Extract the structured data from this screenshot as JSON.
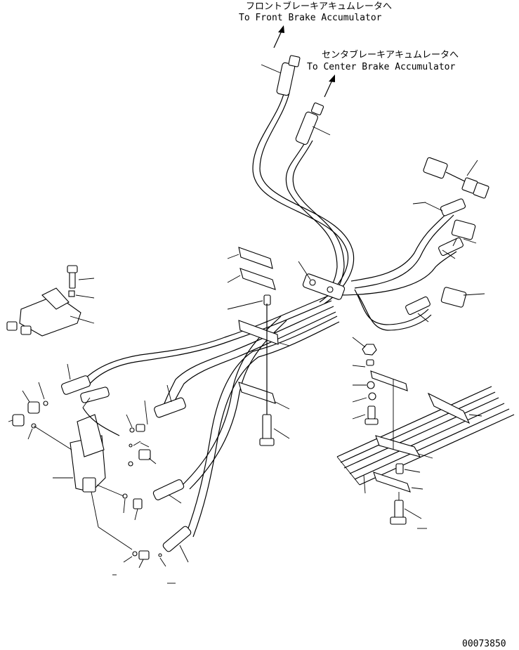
{
  "callouts": [
    {
      "jp": "フロントブレーキアキュムレータへ",
      "en": "To Front Brake Accumulator"
    },
    {
      "jp": "センタブレーキアキュムレータへ",
      "en": "To Center Brake Accumulator"
    }
  ],
  "drawing_number": "00073850"
}
